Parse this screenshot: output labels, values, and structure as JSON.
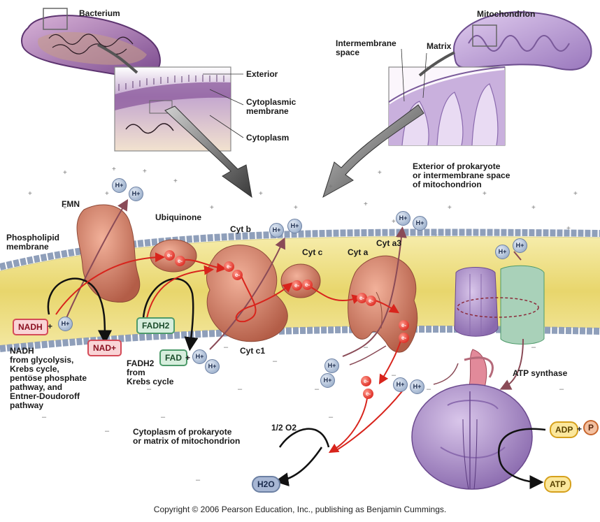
{
  "insets": {
    "bacterium": "Bacterium",
    "mitochondrion": "Mitochondrion",
    "exterior": "Exterior",
    "cytoplasmic_membrane": "Cytoplasmic\nmembrane",
    "cytoplasm": "Cytoplasm",
    "intermembrane_space": "Intermembrane\nspace",
    "matrix": "Matrix"
  },
  "regions": {
    "outside": "Exterior of prokaryote\nor intermembrane space\nof mitochondrion",
    "inside": "Cytoplasm of prokaryote\nor matrix of mitochondrion"
  },
  "membrane": {
    "phospholipid": "Phospholipid\nmembrane"
  },
  "carriers": {
    "fmn": "FMN",
    "ubiquinone": "Ubiquinone",
    "cyt_b": "Cyt b",
    "cyt_c": "Cyt c",
    "cyt_a": "Cyt a",
    "cyt_a3": "Cyt a3",
    "cyt_c1": "Cyt c1",
    "atp_synthase": "ATP synthase"
  },
  "molecules": {
    "nadh": "NADH",
    "nad": "NAD+",
    "fadh2": "FADH2",
    "fad": "FAD",
    "adp": "ADP",
    "p": "P",
    "atp": "ATP",
    "h2o": "H2O",
    "half_o2": "1/2 O2",
    "h_ion": "H+",
    "electron": "e-",
    "plus": "+"
  },
  "notes": {
    "nadh_source": "NADH\nfrom glycolysis,\nKrebs cycle,\npentose phosphate\npathway, and\nEntner-Doudoroff\npathway",
    "fadh2_source": "FADH2\nfrom\nKrebs cycle"
  },
  "footer": {
    "copyright": "Copyright © 2006 Pearson Education, Inc., publishing as Benjamin Cummings."
  },
  "colors": {
    "membrane_yellow": "#efe08a",
    "head_blue": "#9fb0c8",
    "complex_salmon": "#cf7a62",
    "atp_purple": "#a98fc4",
    "electron_red": "#e0332a",
    "bacterium_purple": "#8b5a9c",
    "mito_purple": "#b79ad0"
  }
}
